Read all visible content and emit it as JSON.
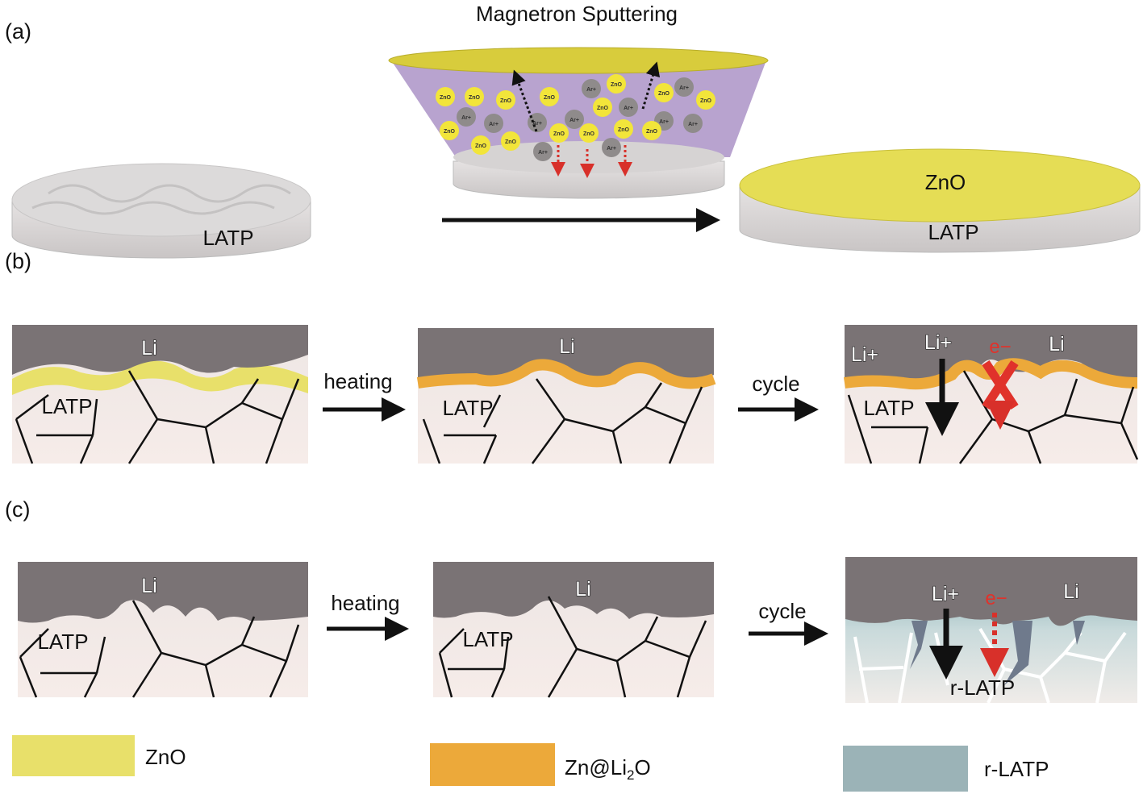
{
  "panel_labels": {
    "a": "(a)",
    "b": "(b)",
    "c": "(c)"
  },
  "panel_a": {
    "title": "Magnetron Sputtering",
    "left_disk_label": "LATP",
    "right_disk_top_label": "ZnO",
    "right_disk_bottom_label": "LATP",
    "particle_zno": "ZnO",
    "particle_ar": "Ar+"
  },
  "panel_b": {
    "step1": {
      "li": "Li",
      "latp": "LATP"
    },
    "arrow1": "heating",
    "step2": {
      "li": "Li",
      "latp": "LATP"
    },
    "arrow2": "cycle",
    "step3": {
      "li": "Li",
      "li_ion_left": "Li+",
      "li_ion": "Li+",
      "electron": "e−",
      "latp": "LATP"
    }
  },
  "panel_c": {
    "step1": {
      "li": "Li",
      "latp": "LATP"
    },
    "arrow1": "heating",
    "step2": {
      "li": "Li",
      "latp": "LATP"
    },
    "arrow2": "cycle",
    "step3": {
      "li": "Li",
      "li_ion": "Li+",
      "electron": "e−",
      "rlatp": "r-LATP"
    }
  },
  "legend": [
    {
      "label": "ZnO",
      "color": "#e8e06a"
    },
    {
      "label": "Zn@Li2O",
      "color": "#eca93a"
    },
    {
      "label": "r-LATP",
      "color": "#9bb3b7"
    }
  ],
  "colors": {
    "li": "#7a7375",
    "latp": "#f3e9e6",
    "cone": "#b8a3cf",
    "target": "#d8cc3c",
    "arrow_red": "#d8302a"
  }
}
